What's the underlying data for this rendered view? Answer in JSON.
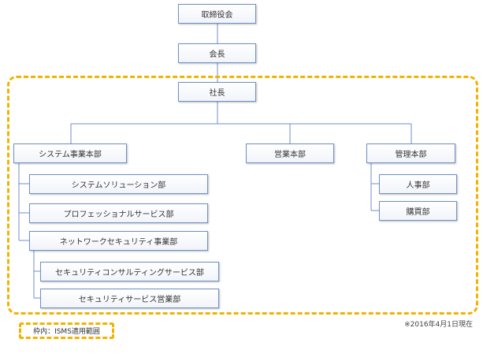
{
  "org_chart": {
    "board": "取締役会",
    "chairman": "会長",
    "president": "社長",
    "divisions": [
      {
        "name": "システム事業本部",
        "departments": [
          {
            "name": "システムソリューション部"
          },
          {
            "name": "プロフェッショナルサービス部"
          },
          {
            "name": "ネットワークセキュリティ事業部",
            "sub_departments": [
              "セキュリティコンサルティングサービス部",
              "セキュリティサービス営業部"
            ]
          }
        ]
      },
      {
        "name": "営業本部",
        "departments": []
      },
      {
        "name": "管理本部",
        "departments": [
          {
            "name": "人事部"
          },
          {
            "name": "購買部"
          }
        ]
      }
    ]
  },
  "legend": {
    "label": "枠内：ISMS適用範囲",
    "frame_color": "#f0b400"
  },
  "note": "※2016年4月1日現在",
  "colors": {
    "node_border": "#6f8fc8",
    "connector": "#6f8fc8"
  }
}
